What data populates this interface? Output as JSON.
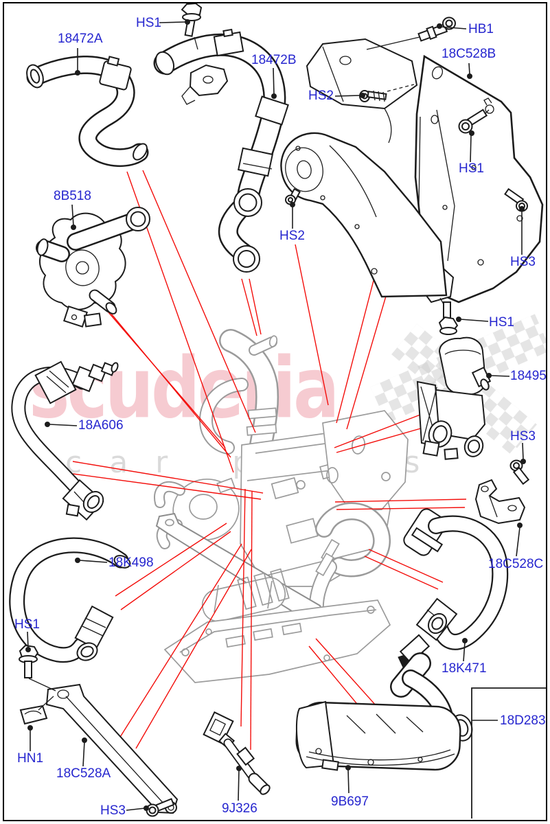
{
  "diagram": {
    "watermark": {
      "brand": "scuderia",
      "tagline": "car parts"
    },
    "colors": {
      "label_blue": "#2626cf",
      "callout_red": "#f30d0a",
      "line_black": "#1c1c1c",
      "assembly_gray": "#9b9b9b",
      "watermark_pink": "#e97f8d",
      "watermark_gray": "#d9d9d9"
    },
    "callouts": [
      {
        "code": "18472A"
      },
      {
        "code": "HS1"
      },
      {
        "code": "18472B"
      },
      {
        "code": "HB1"
      },
      {
        "code": "18C528B"
      },
      {
        "code": "HS2"
      },
      {
        "code": "HS1"
      },
      {
        "code": "HS3"
      },
      {
        "code": "HS2"
      },
      {
        "code": "HS1"
      },
      {
        "code": "18495"
      },
      {
        "code": "HS3"
      },
      {
        "code": "8B518"
      },
      {
        "code": "18A606"
      },
      {
        "code": "18K498"
      },
      {
        "code": "HS1"
      },
      {
        "code": "HN1"
      },
      {
        "code": "18C528A"
      },
      {
        "code": "HS3"
      },
      {
        "code": "9J326"
      },
      {
        "code": "9B697"
      },
      {
        "code": "18C528C"
      },
      {
        "code": "18K471"
      },
      {
        "code": "18D283"
      }
    ]
  }
}
